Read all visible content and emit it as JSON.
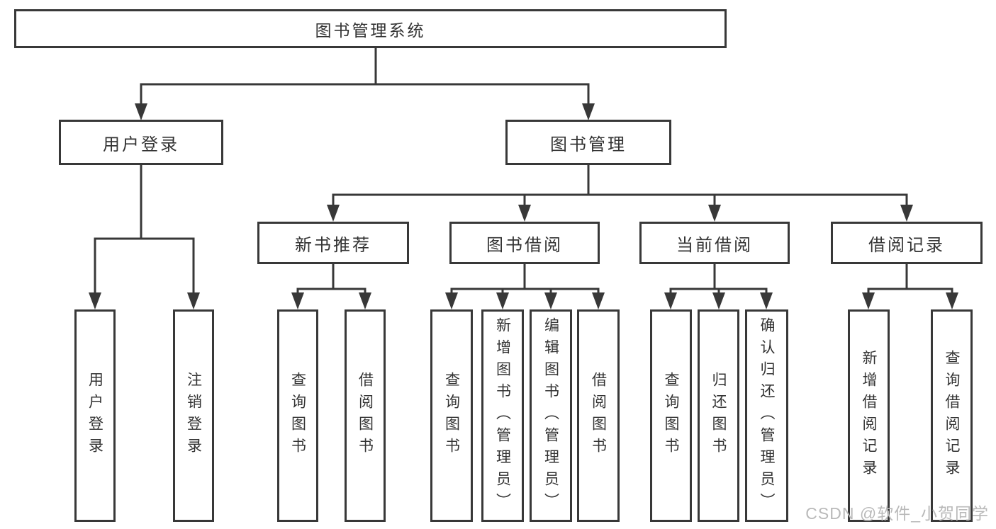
{
  "tree": {
    "root": {
      "label": "图书管理系统"
    },
    "branches": [
      {
        "label": "用户登录",
        "children": [
          {
            "label": "用户登录"
          },
          {
            "label": "注销登录"
          }
        ]
      },
      {
        "label": "图书管理",
        "children": [
          {
            "label": "新书推荐",
            "children": [
              {
                "label": "查询图书"
              },
              {
                "label": "借阅图书"
              }
            ]
          },
          {
            "label": "图书借阅",
            "children": [
              {
                "label": "查询图书"
              },
              {
                "label": "新增图书（管理员）"
              },
              {
                "label": "编辑图书（管理员）"
              },
              {
                "label": "借阅图书"
              }
            ]
          },
          {
            "label": "当前借阅",
            "children": [
              {
                "label": "查询图书"
              },
              {
                "label": "归还图书"
              },
              {
                "label": "确认归还（管理员）"
              }
            ]
          },
          {
            "label": "借阅记录",
            "children": [
              {
                "label": "新增借阅记录"
              },
              {
                "label": "查询借阅记录"
              }
            ]
          }
        ]
      }
    ]
  },
  "watermark": {
    "text": "CSDN @软件_小贺同学"
  },
  "colors": {
    "line": "#383838",
    "text": "#333333",
    "watermark": "#b9b9b9",
    "background": "#ffffff"
  }
}
